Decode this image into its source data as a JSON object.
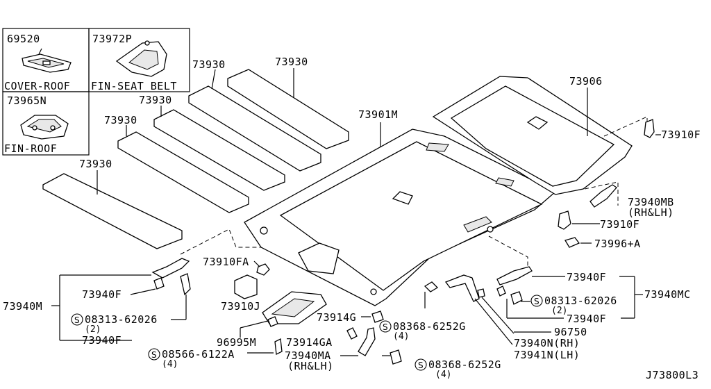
{
  "diagram_code": "J73800L3",
  "inset": {
    "box_1": {
      "code": "69520",
      "name": "COVER-ROOF"
    },
    "box_2": {
      "code": "73972P",
      "name": "FIN-SEAT BELT"
    },
    "box_3": {
      "code": "73965N",
      "name": "FIN-ROOF"
    }
  },
  "parts": {
    "p73930": "73930",
    "p73906": "73906",
    "p73901m": "73901M",
    "p73910f": "73910F",
    "p73940mb": "73940MB",
    "rh_lh": "(RH&LH)",
    "p73996a": "73996+A",
    "p73910fa": "73910FA",
    "p73940m": "73940M",
    "p73940f": "73940F",
    "p08313": "08313-62026",
    "qty2": "(2)",
    "p73910j": "73910J",
    "p73914g": "73914G",
    "p08368": "08368-6252G",
    "qty4": "(4)",
    "p96995m": "96995M",
    "p73914ga": "73914GA",
    "p08566": "08566-6122A",
    "p73940ma": "73940MA",
    "p73940mc": "73940MC",
    "p96750": "96750",
    "p73940n": "73940N(RH)",
    "p73941n": "73941N(LH)",
    "s_mark": "S"
  }
}
